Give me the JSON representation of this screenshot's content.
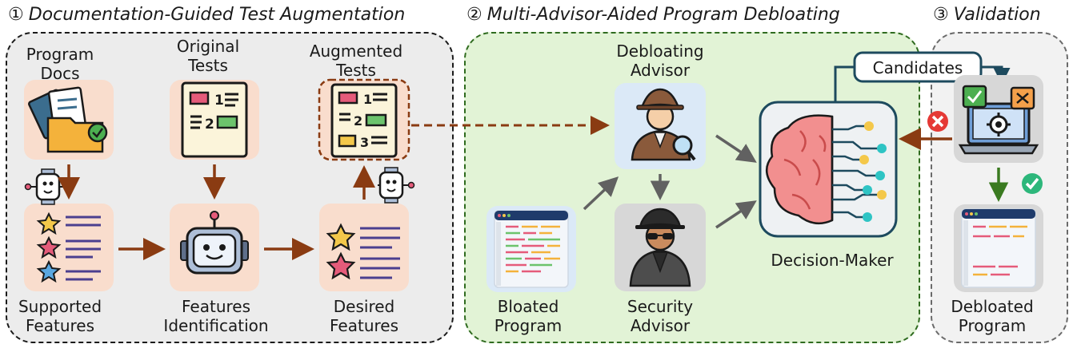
{
  "sections": [
    {
      "number": "①",
      "title": "Documentation-Guided Test Augmentation"
    },
    {
      "number": "②",
      "title": "Multi-Advisor-Aided Program Debloating"
    },
    {
      "number": "③",
      "title": "Validation"
    }
  ],
  "stage1": {
    "program_docs": [
      "Program",
      "Docs"
    ],
    "original_tests": [
      "Original",
      "Tests"
    ],
    "augmented_tests": [
      "Augmented",
      "Tests"
    ],
    "supported_features": [
      "Supported",
      "Features"
    ],
    "features_identification": [
      "Features",
      "Identification"
    ],
    "desired_features": [
      "Desired",
      "Features"
    ]
  },
  "stage2": {
    "debloating_advisor": [
      "Debloating",
      "Advisor"
    ],
    "bloated_program": [
      "Bloated",
      "Program"
    ],
    "security_advisor": [
      "Security",
      "Advisor"
    ],
    "decision_maker": "Decision-Maker",
    "candidates": "Candidates"
  },
  "stage3": {
    "debloated_program": [
      "Debloated",
      "Program"
    ]
  },
  "icons": {
    "docs": "documents-folder-icon",
    "tests": "test-sheet-icon",
    "robot": "robot-icon",
    "features": "star-list-icon",
    "detective": "detective-icon",
    "spy": "spy-icon",
    "code": "code-editor-icon",
    "brain": "ai-brain-icon",
    "laptop": "laptop-gear-icon",
    "reject": "x-circle-icon",
    "accept": "check-circle-icon"
  },
  "colors": {
    "panel1_bg": "#ececec",
    "panel2_bg": "#e2f3d6",
    "panel2_border": "#2f6b1f",
    "card_peach": "#f9ddcd",
    "card_blue": "#dbe9f7",
    "card_gray": "#d7d7d7",
    "arrow_brown": "#8a3b12",
    "arrow_gray": "#616161",
    "arrow_green": "#3a7a20",
    "dark_teal": "#1d4a5e"
  }
}
